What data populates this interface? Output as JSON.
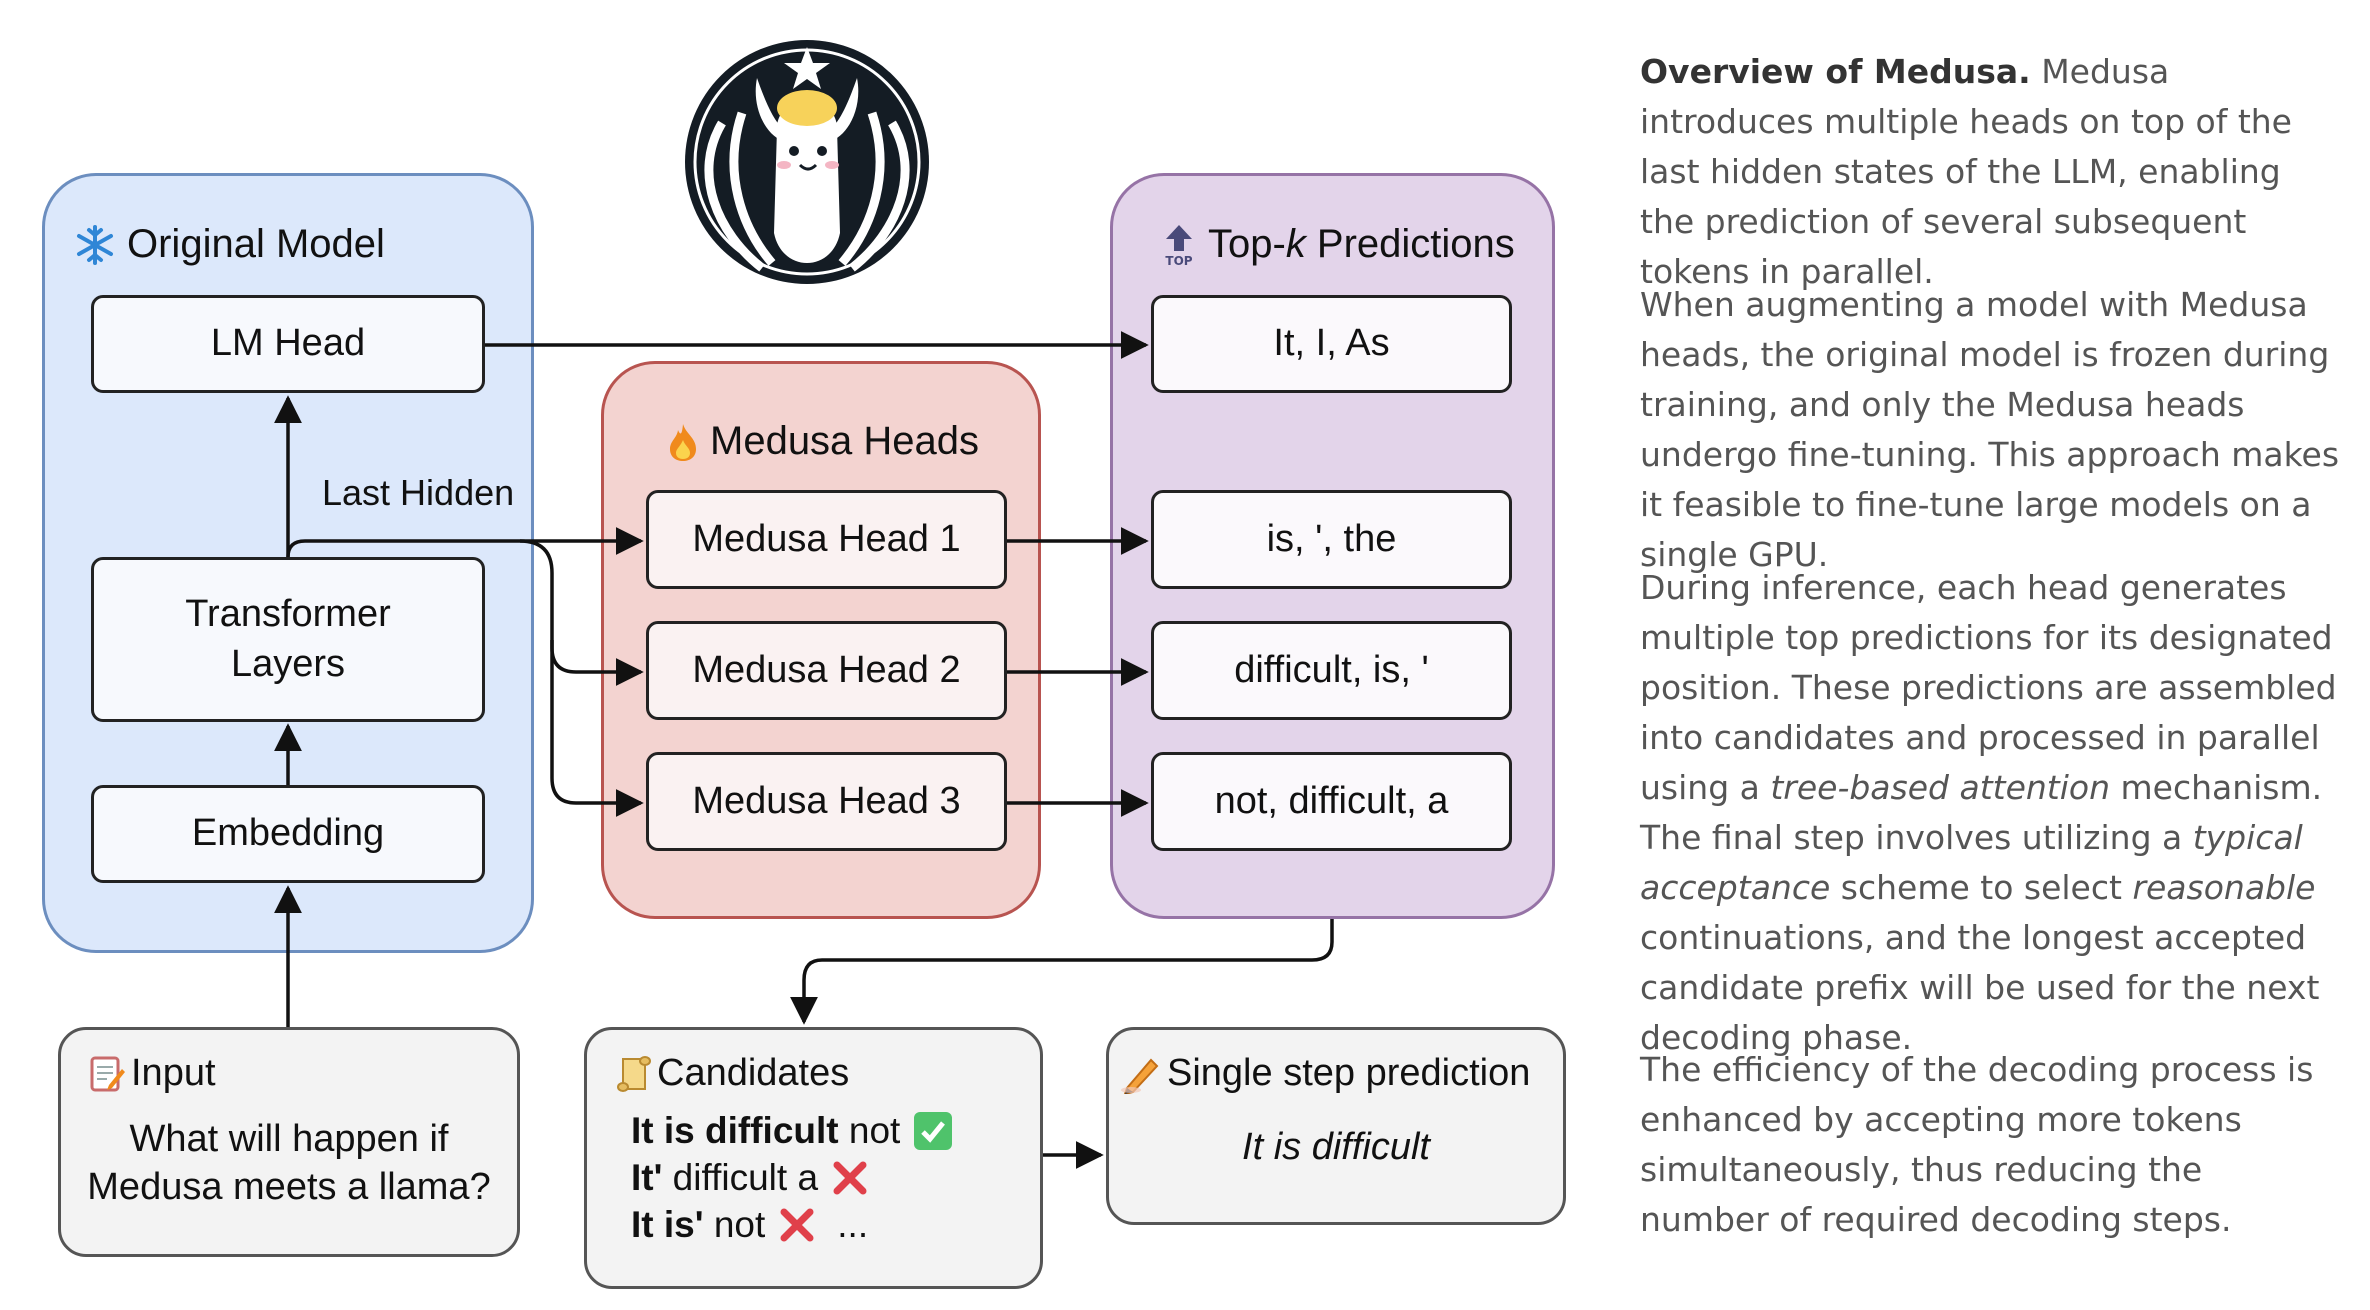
{
  "panels": {
    "original": {
      "icon": "snowflake-icon",
      "title": "Original Model"
    },
    "medusa": {
      "icon": "fire-icon",
      "title": "Medusa Heads"
    },
    "topk": {
      "icon": "top-icon",
      "title_prefix": "Top-",
      "title_k": "k",
      "title_suffix": " Predictions",
      "icon_text": "TOP"
    }
  },
  "nodes": {
    "lm_head": "LM Head",
    "transformer_line1": "Transformer",
    "transformer_line2": "Layers",
    "embedding": "Embedding",
    "last_hidden": "Last Hidden",
    "head1": "Medusa Head 1",
    "head2": "Medusa Head 2",
    "head3": "Medusa Head 3",
    "pred0": "It, I, As",
    "pred1": "is, ', the",
    "pred2": "difficult, is, '",
    "pred3": "not, difficult, a"
  },
  "input": {
    "icon": "memo-icon",
    "title": "Input",
    "line1": "What will happen if",
    "line2": "Medusa meets a llama?"
  },
  "candidates": {
    "icon": "scroll-icon",
    "title": "Candidates",
    "rows": [
      {
        "bold": "It is difficult",
        "rest": " not",
        "mark": "check-icon"
      },
      {
        "bold": "It'",
        "rest": " difficult a",
        "mark": "cross-icon"
      },
      {
        "bold": "It is'",
        "rest": " not",
        "mark": "cross-icon",
        "tail": "..."
      }
    ]
  },
  "single_step": {
    "icon": "pencil-icon",
    "title": "Single step prediction",
    "text": "It is difficult"
  },
  "description": {
    "p1_bold": "Overview of Medusa.",
    "p1_rest": " Medusa introduces multiple heads on top of the last hidden states of the LLM, enabling the prediction of several subsequent tokens in parallel.",
    "p2": "When augmenting a model with Medusa heads, the original model is frozen during training, and only the Medusa heads undergo fine-tuning. This approach makes it feasible to fine-tune large models on a single GPU.",
    "p3_a": "During inference, each head generates multiple top predictions for its designated position. These predictions are assembled into candidates and processed in parallel using a ",
    "p3_i1": "tree-based attention",
    "p3_b": " mechanism. The final step involves utilizing a ",
    "p3_i2": "typical acceptance",
    "p3_c": " scheme to select ",
    "p3_i3": "reasonable",
    "p3_d": " continuations, and the longest accepted candidate prefix will be used for the next decoding phase.",
    "p4": "The efficiency of the decoding process is enhanced by accepting more tokens simultaneously, thus reducing the number of required decoding steps."
  },
  "colors": {
    "original_fill": "#dce8fb",
    "original_border": "#6c8ebf",
    "medusa_fill": "#f3d3d0",
    "medusa_border": "#b85450",
    "topk_fill": "#e3d4ea",
    "topk_border": "#9673a6",
    "candidate_fill": "#f3f3f3",
    "check": "#4fc36b",
    "cross": "#e0404a"
  }
}
